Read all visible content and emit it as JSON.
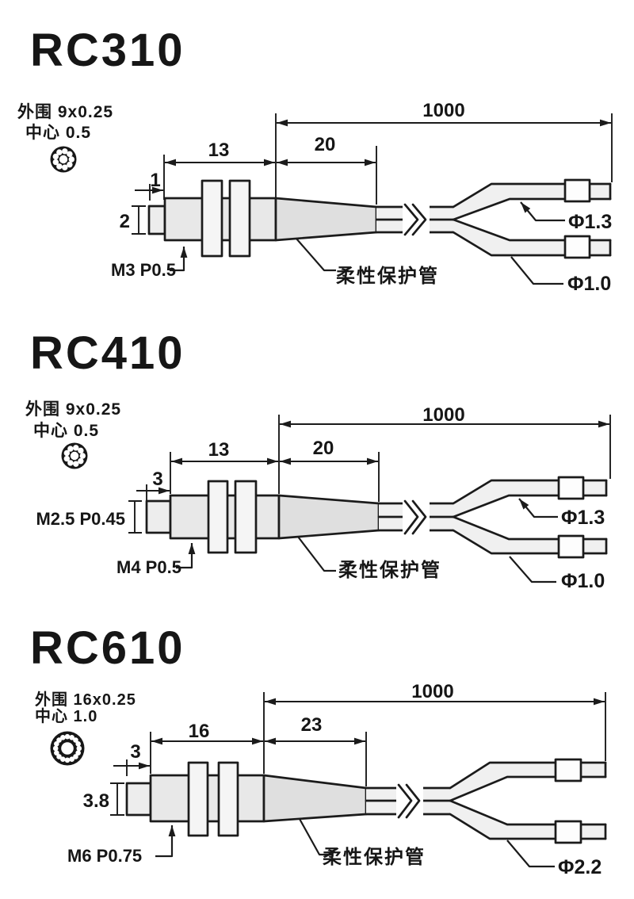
{
  "page": {
    "background": "#ffffff",
    "line_color": "#1b1b1b"
  },
  "diagrams": [
    {
      "model": "RC310",
      "fiber_outer_label": "外围 9x0.25",
      "fiber_center_label": "中心 0.5",
      "dim_body_length": "13",
      "dim_tube_length": "20",
      "dim_cable_length": "1000",
      "dim_tip_length": "1",
      "dim_tip_diameter": "2",
      "thread_label": "M3 P0.5",
      "flexible_tube_label": "柔性保护管",
      "branch_top_diameter": "Φ1.3",
      "branch_bottom_diameter": "Φ1.0"
    },
    {
      "model": "RC410",
      "fiber_outer_label": "外围 9x0.25",
      "fiber_center_label": "中心 0.5",
      "dim_body_length": "13",
      "dim_tube_length": "20",
      "dim_cable_length": "1000",
      "dim_tip_length": "3",
      "tip_thread_label": "M2.5 P0.45",
      "thread_label": "M4 P0.5",
      "flexible_tube_label": "柔性保护管",
      "branch_top_diameter": "Φ1.3",
      "branch_bottom_diameter": "Φ1.0"
    },
    {
      "model": "RC610",
      "fiber_outer_label": "外围 16x0.25",
      "fiber_center_label": "中心 1.0",
      "dim_body_length": "16",
      "dim_tube_length": "23",
      "dim_cable_length": "1000",
      "dim_tip_length": "3",
      "dim_tip_diameter": "3.8",
      "thread_label": "M6 P0.75",
      "flexible_tube_label": "柔性保护管",
      "branch_bottom_diameter": "Φ2.2"
    }
  ]
}
